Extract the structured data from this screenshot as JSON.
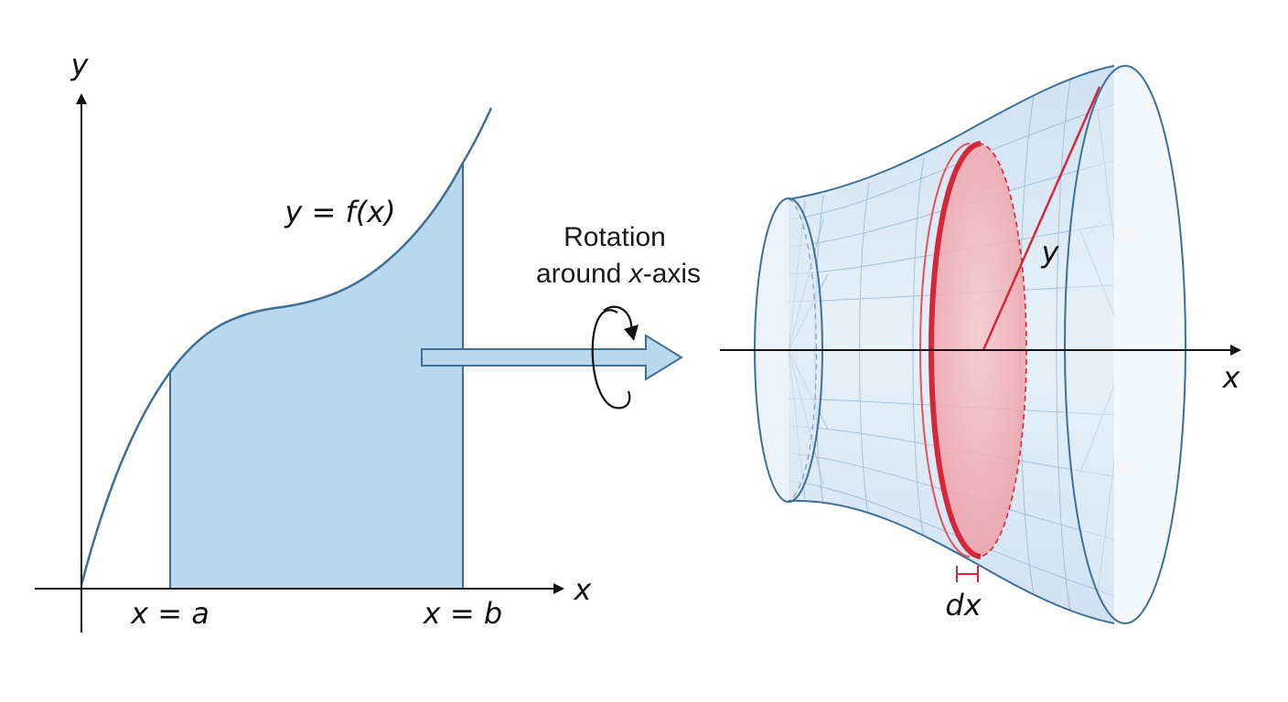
{
  "left_panel": {
    "y_axis_label": "y",
    "x_axis_label": "x",
    "curve_label": "y = f(x)",
    "lower_bound_label": "x = a",
    "upper_bound_label": "x = b"
  },
  "transition": {
    "caption_line1": "Rotation",
    "caption_line2_pre": "around ",
    "caption_line2_var": "x",
    "caption_line2_post": "-axis"
  },
  "right_panel": {
    "radius_label": "y",
    "x_axis_label": "x",
    "thickness_label": "dx"
  },
  "colors": {
    "region_fill": "#b9d8ee",
    "curve_stroke": "#3f6f96",
    "solid_fill": "#d9e9f5",
    "disk_red": "#d4283a",
    "disk_fill": "#f3b5b9",
    "arrow_fill": "#b9d8ee"
  }
}
